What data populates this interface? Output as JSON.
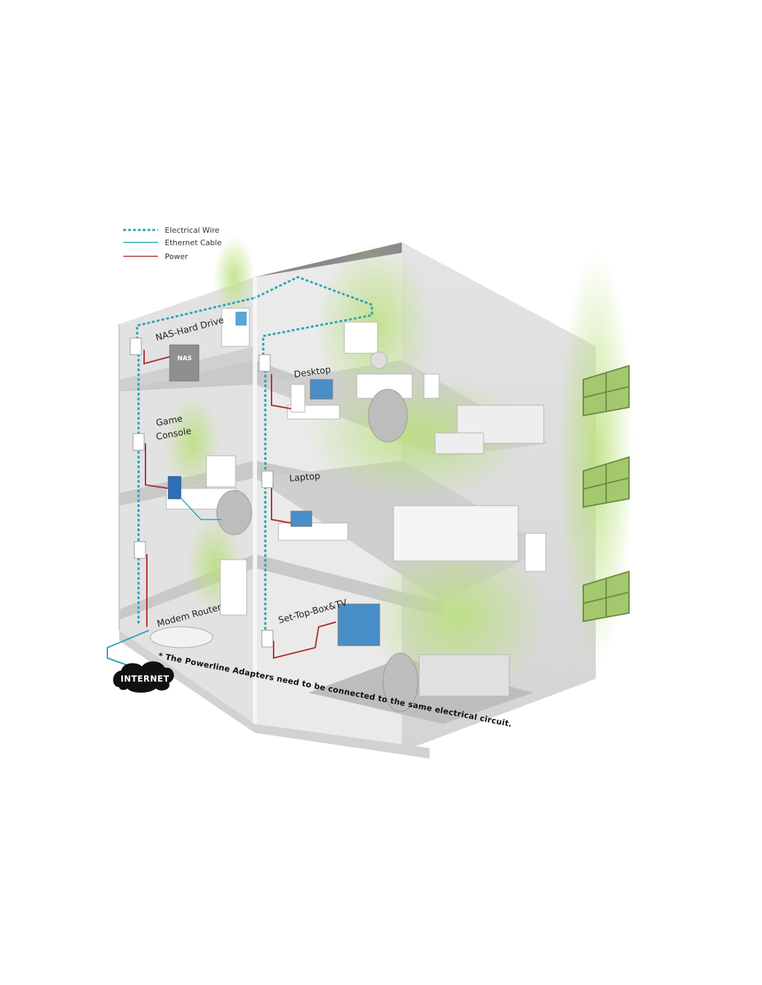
{
  "legend": {
    "items": [
      {
        "label": "Electrical Wire",
        "style": "dashed",
        "color": "#2aa3b8"
      },
      {
        "label": "Ethernet Cable",
        "style": "solid",
        "color": "#2aa3b8"
      },
      {
        "label": "Power",
        "style": "solid",
        "color": "#b03030"
      }
    ]
  },
  "rooms": {
    "nas": "NAS-Hard Drive",
    "nas_box": "NAS",
    "desktop": "Desktop",
    "game_line1": "Game",
    "game_line2": "Console",
    "laptop": "Laptop",
    "modem": "Modem Router",
    "settop": "Set-Top-Box&TV"
  },
  "internet": "INTERNET",
  "footnote": "* The Powerline Adapters need to be connected to the same electrical circuit.",
  "colors": {
    "wire": "#2aa3b8",
    "power": "#b03030",
    "glow": "#c6e58a",
    "roof": "#9a9a9a",
    "wall": "#d9d9d9",
    "floor": "#bcbcbc",
    "window": "#9fc46a"
  }
}
